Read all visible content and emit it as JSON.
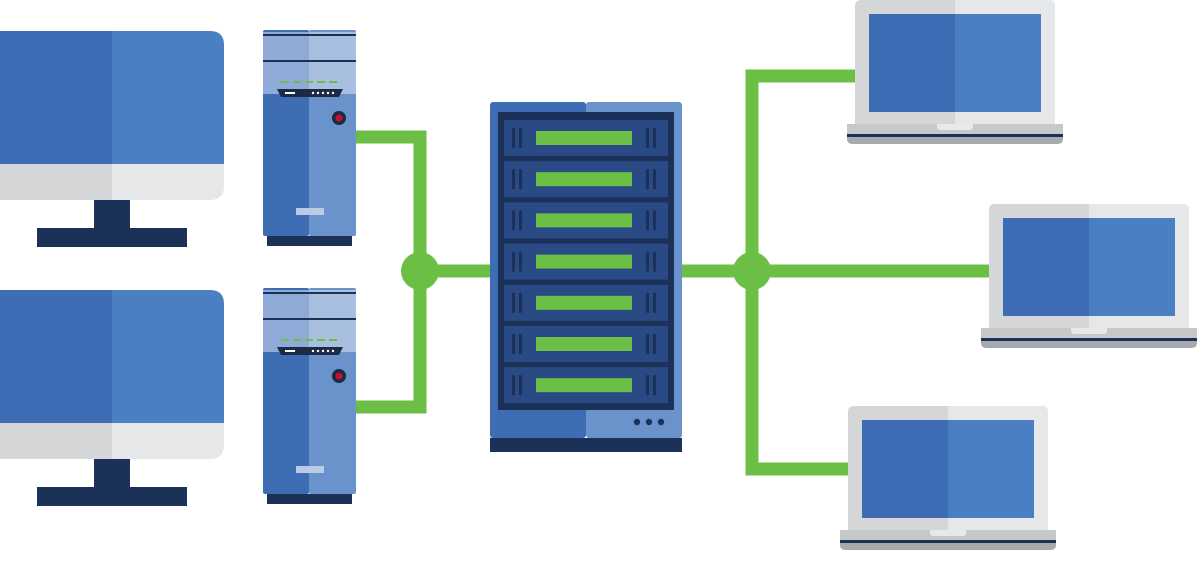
{
  "diagram": {
    "colors": {
      "link": "#6cbf45",
      "monitor_blue_dark": "#3e6db5",
      "monitor_blue_light": "#4a7fc1",
      "monitor_bezel": "#d5d6d8",
      "monitor_bezel_light": "#e6e7e8",
      "stand": "#1c3158",
      "tower_dark": "#3f6db4",
      "tower_light": "#6a93cb",
      "tower_top": "#a9bfdf",
      "rack_frame": "#3f6db4",
      "rack_frame_light": "#6a93cb",
      "rack_inner": "#1c3158",
      "rack_unit": "#2a4a85",
      "rack_led": "#6cbf45",
      "laptop_body": "#d5d6d8",
      "laptop_body_light": "#e6e7e8",
      "laptop_base": "#c7c8ca",
      "laptop_stripe": "#1c3158",
      "power_button": "#c8102e"
    },
    "nodes": [
      {
        "kind": "desktop-monitor",
        "id": "monitor-top"
      },
      {
        "kind": "desktop-monitor",
        "id": "monitor-bottom"
      },
      {
        "kind": "pc-tower",
        "id": "tower-top"
      },
      {
        "kind": "pc-tower",
        "id": "tower-bottom"
      },
      {
        "kind": "server-rack",
        "id": "server",
        "units": 7
      },
      {
        "kind": "laptop",
        "id": "laptop-top"
      },
      {
        "kind": "laptop",
        "id": "laptop-middle"
      },
      {
        "kind": "laptop",
        "id": "laptop-bottom"
      }
    ],
    "connections": [
      {
        "from": "tower-top",
        "to": "hub-left"
      },
      {
        "from": "tower-bottom",
        "to": "hub-left"
      },
      {
        "from": "hub-left",
        "to": "server"
      },
      {
        "from": "server",
        "to": "hub-right"
      },
      {
        "from": "hub-right",
        "to": "laptop-top"
      },
      {
        "from": "hub-right",
        "to": "laptop-middle"
      },
      {
        "from": "hub-right",
        "to": "laptop-bottom"
      }
    ]
  }
}
